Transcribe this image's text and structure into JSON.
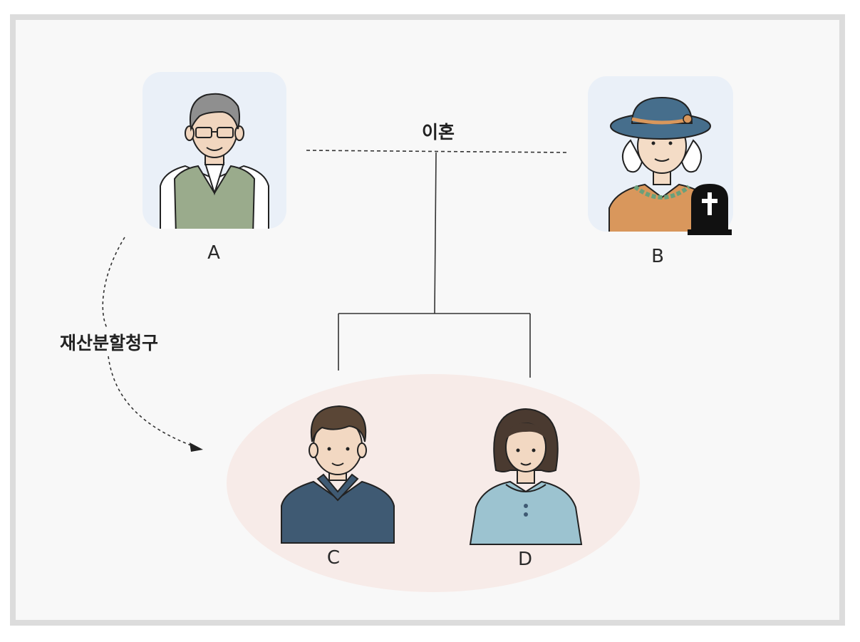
{
  "persons": {
    "a": {
      "label": "A"
    },
    "b": {
      "label": "B"
    },
    "c": {
      "label": "C"
    },
    "d": {
      "label": "D"
    }
  },
  "relations": {
    "divorce_label": "이혼",
    "claim_label": "재산분할청구"
  },
  "colors": {
    "card_bg": "#eaf0f8",
    "group_ellipse": "#f7ebe8",
    "line": "#333333",
    "vest_green": "#9aab8c",
    "hat_blue": "#466e8c",
    "sweater_orange": "#d9975c",
    "shirt_navy": "#3f5a73",
    "sweater_lightblue": "#9cc3d0",
    "tombstone": "#111111"
  },
  "icons": {
    "deceased_marker": "tombstone-cross-icon"
  }
}
